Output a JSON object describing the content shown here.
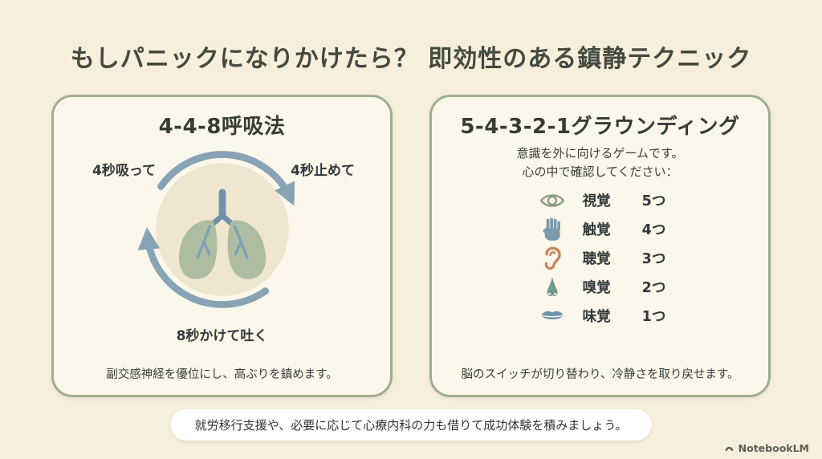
{
  "page": {
    "title": "もしパニックになりかけたら？ 即効性のある鎮静テクニック"
  },
  "breathing": {
    "title": "4-4-8呼吸法",
    "inhale_label": "4秒吸って",
    "hold_label": "4秒止めて",
    "exhale_label": "8秒かけて吐く",
    "caption": "副交感神経を優位にし、高ぶりを鎮めます。",
    "diagram_icon": "lungs-icon"
  },
  "grounding": {
    "title": "5-4-3-2-1グラウンディング",
    "subtitle_line1": "意識を外に向けるゲームです。",
    "subtitle_line2": "心の中で確認してください：",
    "items": [
      {
        "icon": "eye-icon",
        "sense": "視覚",
        "count": "5つ"
      },
      {
        "icon": "hand-icon",
        "sense": "触覚",
        "count": "4つ"
      },
      {
        "icon": "ear-icon",
        "sense": "聴覚",
        "count": "3つ"
      },
      {
        "icon": "nose-icon",
        "sense": "嗅覚",
        "count": "2つ"
      },
      {
        "icon": "lips-icon",
        "sense": "味覚",
        "count": "1つ"
      }
    ],
    "caption": "脳のスイッチが切り替わり、冷静さを取り戻せます。"
  },
  "footer": {
    "banner_text": "就労移行支援や、必要に応じて心療内科の力も借りて成功体験を積みましょう。",
    "watermark": "NotebookLM"
  },
  "colors": {
    "page_background": "#f6efdc",
    "card_background": "#fbf7ea",
    "card_border": "#9fae92",
    "heading_text": "#45493f",
    "body_text": "#32383a",
    "arrow": "#87a3b5",
    "circle_fill": "#efe6cf",
    "lungs": "#aebda1",
    "bronchi": "#6e93a9",
    "eye_icon": "#8b9d7f",
    "hand_icon": "#7c99ae",
    "ear_icon": "#c8875f",
    "nose_icon": "#6d9a8d",
    "lips_icon": "#6f93a8",
    "banner_background": "#ffffff",
    "watermark_text": "#5d5f55"
  }
}
